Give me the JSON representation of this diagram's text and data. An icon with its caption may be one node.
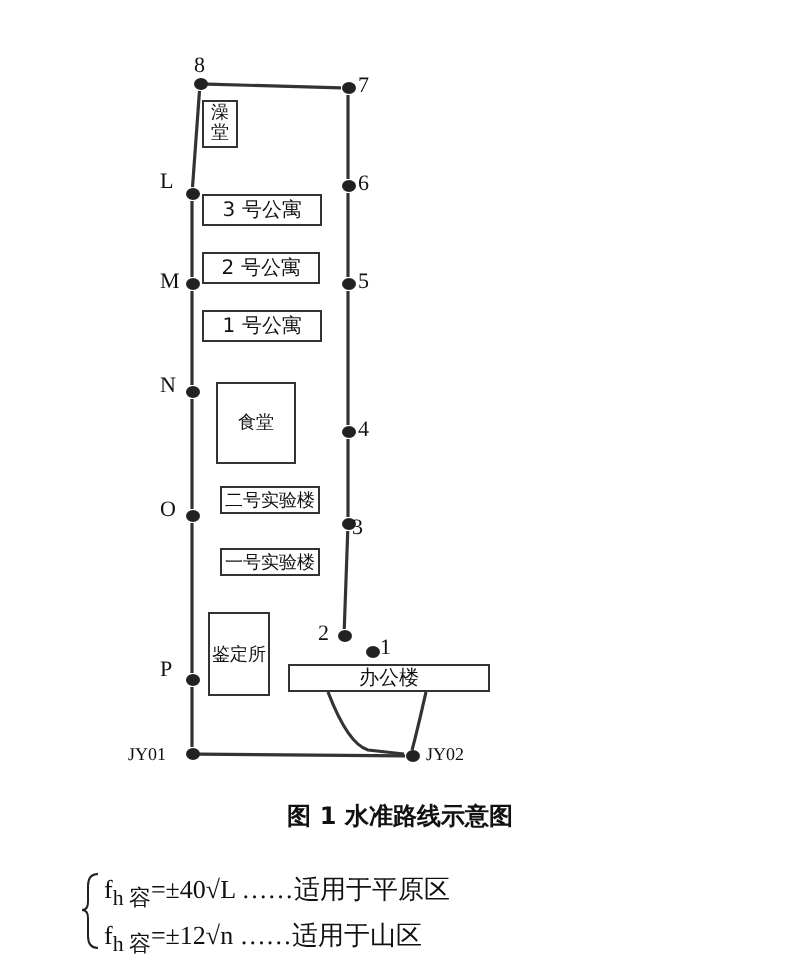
{
  "diagram": {
    "caption": "图 1 水准路线示意图",
    "nodes": [
      {
        "text": [
          "8"
        ]
      },
      {
        "text": [
          "7"
        ]
      },
      {
        "text": [
          "澡堂"
        ]
      },
      {
        "text": [
          "L"
        ]
      },
      {
        "text": [
          "6"
        ]
      },
      {
        "text": [
          "3 号公寓"
        ]
      },
      {
        "text": [
          "2 号公寓"
        ]
      },
      {
        "text": [
          "M"
        ]
      },
      {
        "text": [
          "5"
        ]
      },
      {
        "text": [
          "1 号公寓"
        ]
      },
      {
        "text": [
          "N"
        ]
      },
      {
        "text": [
          "食堂"
        ]
      },
      {
        "text": [
          "4"
        ]
      },
      {
        "text": [
          "二号实验楼"
        ]
      },
      {
        "text": [
          "O"
        ]
      },
      {
        "text": [
          "3"
        ]
      },
      {
        "text": [
          "一号实验楼"
        ]
      },
      {
        "text": [
          "2"
        ]
      },
      {
        "text": [
          "鉴定所"
        ]
      },
      {
        "text": [
          "P"
        ]
      },
      {
        "text": [
          "1"
        ]
      },
      {
        "text": [
          "办公楼"
        ]
      },
      {
        "text": [
          "JY01"
        ]
      },
      {
        "text": [
          "JY02"
        ]
      }
    ],
    "edges": [
      {
        "from": 22,
        "to": 19,
        "arrow": "none"
      },
      {
        "from": 19,
        "to": 14,
        "arrow": "none"
      },
      {
        "from": 14,
        "to": 10,
        "arrow": "none"
      },
      {
        "from": 10,
        "to": 7,
        "arrow": "none"
      },
      {
        "from": 7,
        "to": 3,
        "arrow": "none"
      },
      {
        "from": 3,
        "to": 0,
        "arrow": "none"
      },
      {
        "from": 0,
        "to": 1,
        "arrow": "none"
      },
      {
        "from": 1,
        "to": 4,
        "arrow": "none"
      },
      {
        "from": 4,
        "to": 8,
        "arrow": "none"
      },
      {
        "from": 8,
        "to": 12,
        "arrow": "none"
      },
      {
        "from": 12,
        "to": 15,
        "arrow": "none"
      },
      {
        "from": 15,
        "to": 17,
        "arrow": "none"
      },
      {
        "from": 22,
        "to": 23,
        "arrow": "none"
      },
      {
        "from": 21,
        "to": 23,
        "arrow": "none"
      },
      {
        "from": 21,
        "to": 23,
        "arrow": "none"
      }
    ],
    "labels": [
      "f$_{h 容}$=±40√L ……适用于平原区",
      "f$_{h 容}$=±12√n ……适用于山区"
    ]
  }
}
